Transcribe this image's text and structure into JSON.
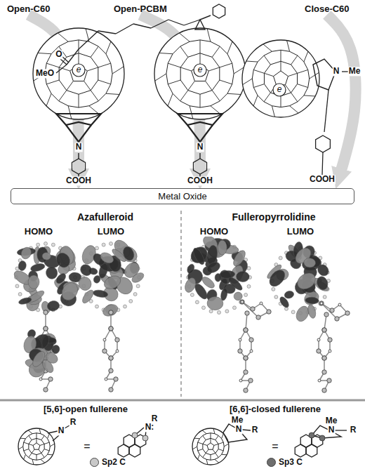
{
  "diagram": {
    "nodes": [
      {
        "text": [
          "Open-C60"
        ]
      },
      {
        "text": [
          "Open-PCBM"
        ]
      },
      {
        "text": [
          "Close-C60"
        ]
      },
      {
        "text": [
          "Metal Oxide"
        ]
      }
    ],
    "edges": [
      {
        "from": 0,
        "to": 3,
        "arrow": "to"
      },
      {
        "from": 1,
        "to": 3,
        "arrow": "to"
      },
      {
        "from": 2,
        "to": 3,
        "arrow": "to"
      }
    ],
    "labels": [
      "e",
      "N",
      "COOH",
      "O",
      "MeO",
      "e",
      "N",
      "COOH",
      "e",
      "N",
      "Me",
      "COOH",
      "Azafulleroid",
      "HOMO",
      "LUMO",
      "Fulleropyrrolidine",
      "HOMO",
      "LUMO",
      "[5,6]-open fullerene",
      "[6,6]-closed fullerene",
      "R",
      "N",
      "=",
      "R",
      "N:",
      "Me",
      "N",
      "R",
      "=",
      "Me",
      "N",
      "R"
    ],
    "legend": [
      {
        "text": "Sp2 C",
        "color": "#c8c8c8"
      },
      {
        "text": "Sp3 C",
        "color": "#6e6e6e"
      }
    ]
  }
}
